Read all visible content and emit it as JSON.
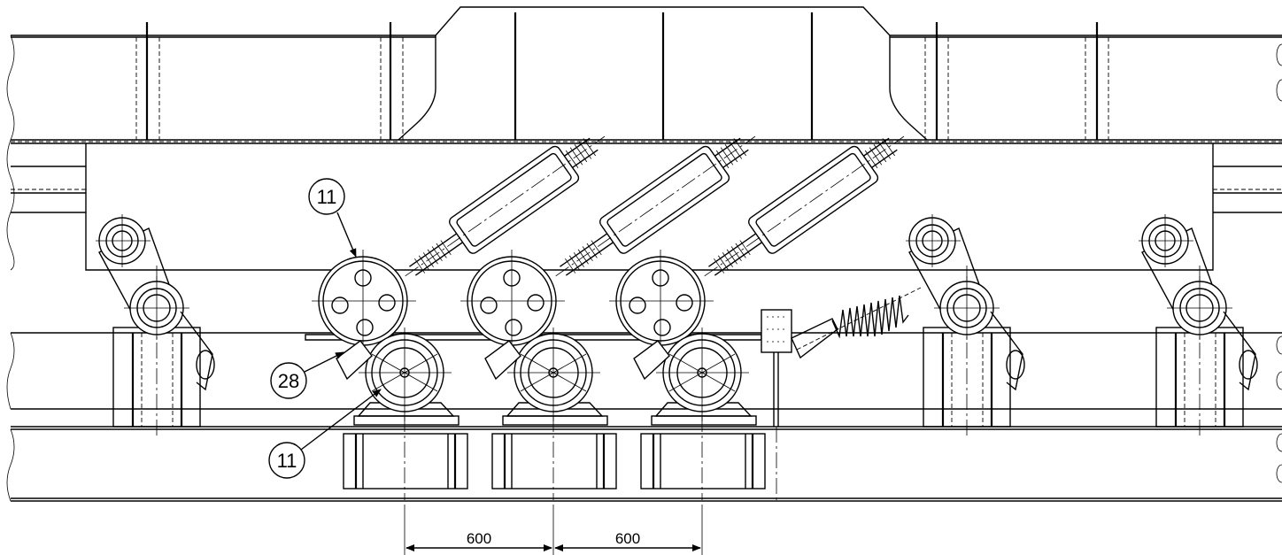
{
  "callouts": [
    {
      "id": "balloon-top",
      "text": "11"
    },
    {
      "id": "balloon-mid",
      "text": "28"
    },
    {
      "id": "balloon-bottom",
      "text": "11"
    }
  ],
  "dimensions": [
    {
      "id": "dim-1",
      "text": "600"
    },
    {
      "id": "dim-2",
      "text": "600"
    }
  ]
}
